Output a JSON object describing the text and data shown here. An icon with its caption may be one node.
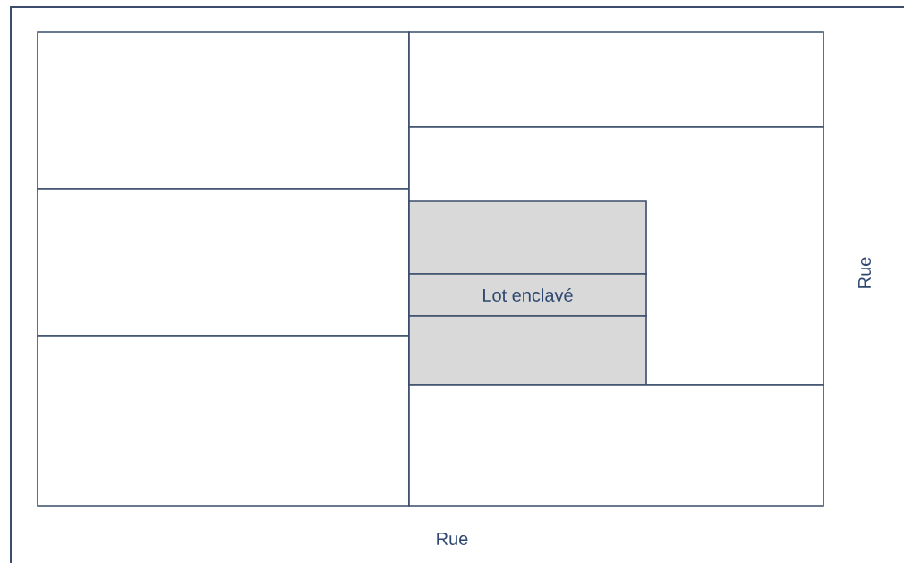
{
  "diagram": {
    "nodes": [
      {
        "text": [],
        "shape": "box"
      },
      {
        "text": [],
        "shape": "box"
      },
      {
        "text": [],
        "shape": "box"
      },
      {
        "text": [],
        "shape": "box"
      },
      {
        "text": [],
        "shape": "box"
      },
      {
        "text": [],
        "shape": "box",
        "in": 4
      },
      {
        "text": [
          "Lot enclavé"
        ],
        "in": 4
      },
      {
        "text": [],
        "shape": "box",
        "in": 4
      },
      {
        "text": [],
        "shape": "box"
      }
    ],
    "labels": [
      "Rue",
      "Rue"
    ]
  }
}
